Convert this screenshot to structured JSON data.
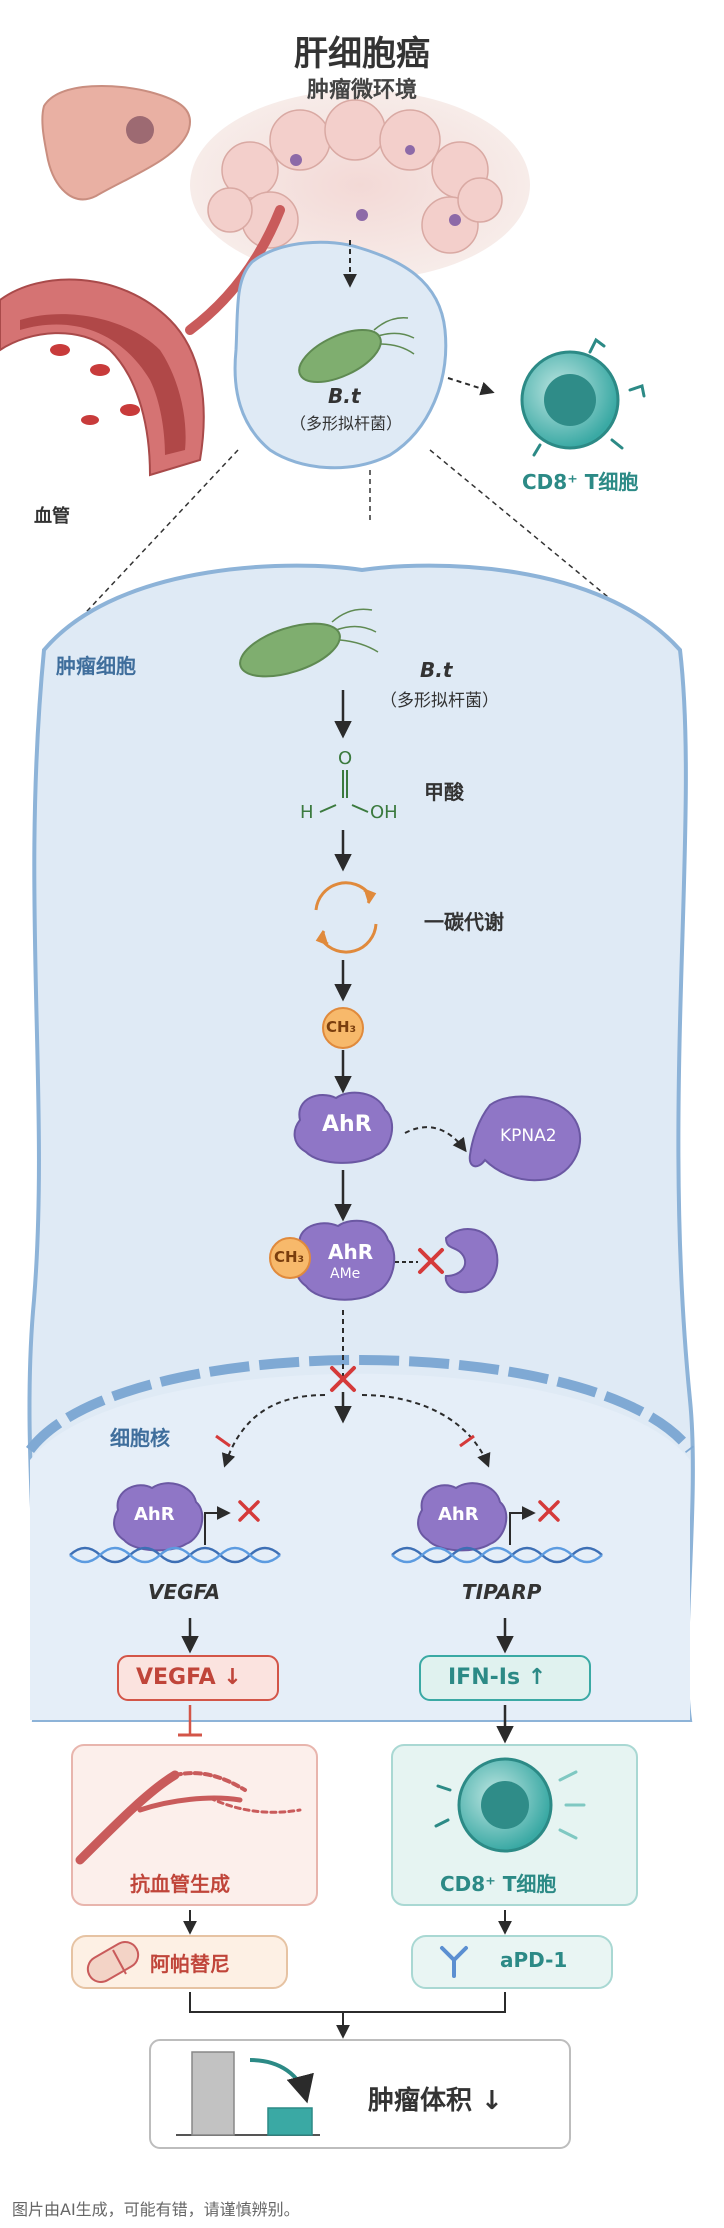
{
  "header": {
    "title": "肝细胞癌",
    "subtitle": "肿瘤微环境"
  },
  "overview": {
    "blood_vessel": "血管",
    "bacterium_name": "B.t",
    "bacterium_cn": "（多形拟杆菌）",
    "cd8": "CD8⁺ T细胞"
  },
  "cell": {
    "label": "肿瘤细胞",
    "bacterium_name": "B.t",
    "bacterium_cn": "（多形拟杆菌）",
    "formate_label": "甲酸",
    "formate_atoms": {
      "h": "H",
      "o": "O",
      "oh": "OH"
    },
    "one_carbon": "一碳代谢",
    "methyl": "CH₃",
    "ahr": "AhR",
    "kpna2": "KPNA2",
    "ahr_methyl": "CH₃",
    "ahr_me_sub": "AMe"
  },
  "nucleus": {
    "label": "细胞核",
    "left_protein": "AhR",
    "left_gene": "VEGFA",
    "right_protein": "AhR",
    "right_gene": "TIPARP"
  },
  "outcomes": {
    "vegfa_box": "VEGFA ↓",
    "ifn_box": "IFN-Is ↑",
    "antiangio": "抗血管生成",
    "cd8_box": "CD8⁺ T细胞",
    "drug_left": "阿帕替尼",
    "drug_right": "aPD-1",
    "result": "肿瘤体积 ↓"
  },
  "footer": "图片由AI生成，可能有错，请谨慎辨别。",
  "colors": {
    "cell_blue": "#dfeaf5",
    "membrane": "#8db3d8",
    "bacteria_green": "#7fae6f",
    "ahr_purple": "#8f76c6",
    "teal": "#3aa9a4",
    "red": "#d35548",
    "orange": "#e08a3c"
  }
}
